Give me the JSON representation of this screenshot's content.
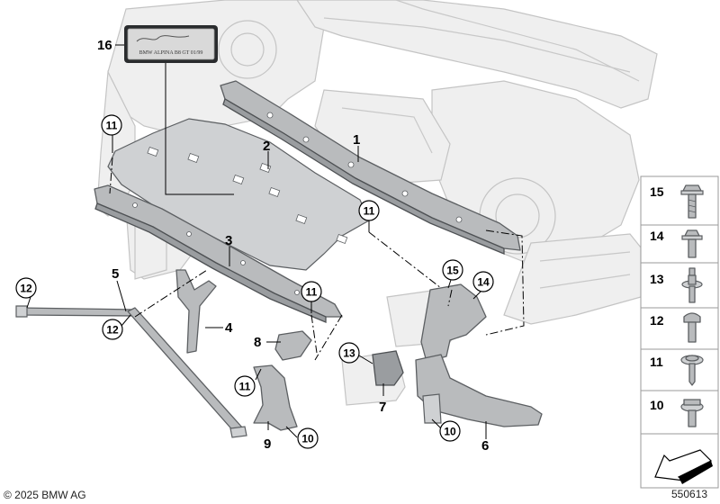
{
  "callouts": {
    "c1": "1",
    "c2": "2",
    "c3": "3",
    "c4": "4",
    "c5": "5",
    "c6": "6",
    "c7": "7",
    "c8": "8",
    "c9": "9",
    "c16": "16"
  },
  "circled": {
    "c11a": "11",
    "c11b": "11",
    "c11c": "11",
    "c11d": "11",
    "c12a": "12",
    "c12b": "12",
    "c13": "13",
    "c14": "14",
    "c15": "15",
    "c10a": "10",
    "c10b": "10"
  },
  "plate": {
    "line1": "BMW ALPINA B8 GT 01/99"
  },
  "legend": [
    "15",
    "14",
    "13",
    "12",
    "11",
    "10"
  ],
  "footer": {
    "copyright": "© 2025 BMW AG",
    "diagram_id": "550613"
  },
  "colors": {
    "part": "#b9bbbd",
    "ghost": "#efefef",
    "outline": "#5c5f62"
  }
}
